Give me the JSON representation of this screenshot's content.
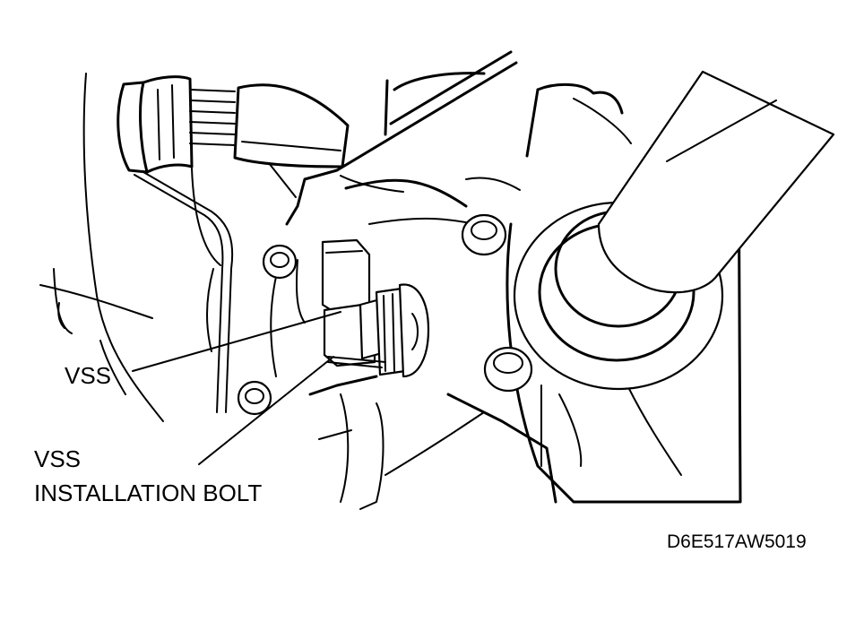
{
  "labels": {
    "vss": "VSS",
    "bolt_line1": "VSS",
    "bolt_line2": "INSTALLATION BOLT",
    "figure_code": "D6E517AW5019"
  },
  "colors": {
    "line": "#000000",
    "background": "#ffffff"
  }
}
